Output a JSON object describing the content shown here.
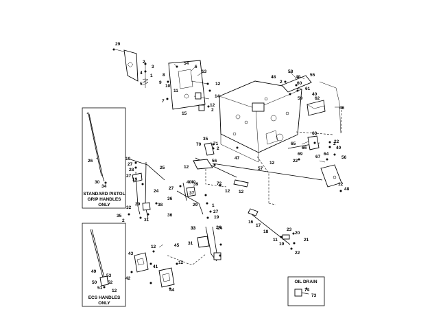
{
  "callouts": [
    "29",
    "2",
    "3",
    "4",
    "1",
    "5",
    "54",
    "6",
    "13",
    "8",
    "9",
    "10",
    "11",
    "12",
    "7",
    "14",
    "12",
    "2",
    "15",
    "48",
    "2",
    "58",
    "55",
    "40",
    "60",
    "61",
    "40",
    "59",
    "62",
    "46",
    "26",
    "19",
    "27",
    "28",
    "25",
    "12",
    "35",
    "70",
    "71",
    "2",
    "56",
    "47",
    "57",
    "12",
    "65",
    "22",
    "63",
    "66",
    "69",
    "67",
    "64",
    "40",
    "56",
    "22",
    "12",
    "48",
    "2",
    "40",
    "39",
    "37",
    "19",
    "27",
    "24",
    "27",
    "36",
    "30",
    "34",
    "33",
    "38",
    "1",
    "27",
    "19",
    "24",
    "29",
    "12",
    "72",
    "12",
    "36",
    "29",
    "35",
    "32",
    "2",
    "31",
    "16",
    "17",
    "18",
    "11",
    "19",
    "23",
    "20",
    "21",
    "22",
    "33",
    "31",
    "24",
    "12",
    "45",
    "43",
    "42",
    "41",
    "12",
    "44",
    "49",
    "50",
    "53",
    "51",
    "52",
    "12",
    "74",
    "73",
    "40"
  ],
  "boxes": {
    "pistol": [
      "STANDARD PISTOL",
      "GRIP HANDLES",
      "ONLY"
    ],
    "ecs": [
      "ECS HANDLES",
      "ONLY"
    ],
    "oil": "OIL DRAIN"
  }
}
